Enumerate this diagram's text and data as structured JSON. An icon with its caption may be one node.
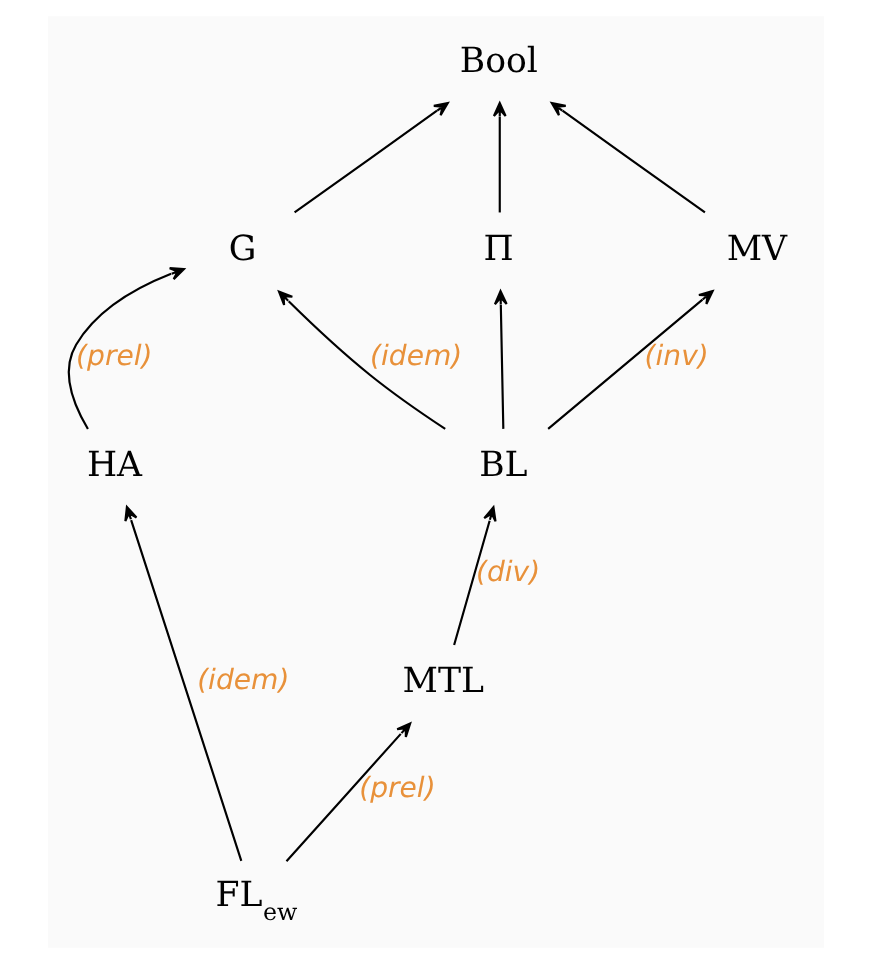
{
  "diagram": {
    "nodes": [
      {
        "text": [
          "Bool"
        ]
      },
      {
        "text": [
          "Π"
        ]
      },
      {
        "text": [
          "MV"
        ]
      },
      {
        "text": [
          "G"
        ]
      },
      {
        "text": [
          "BL"
        ]
      },
      {
        "text": [
          "HA"
        ]
      },
      {
        "text": [
          "MTL"
        ]
      },
      {
        "text": [
          "FL$_{ew}$"
        ]
      }
    ],
    "edges": [
      {
        "from": 1,
        "to": 0,
        "arrow": "to"
      },
      {
        "from": 2,
        "to": 0,
        "arrow": "to"
      },
      {
        "from": 3,
        "to": 0,
        "arrow": "to"
      },
      {
        "from": 4,
        "to": 1,
        "arrow": "to"
      },
      {
        "from": 4,
        "to": 2,
        "arrow": "to",
        "label": "(inv)"
      },
      {
        "from": 4,
        "to": 3,
        "arrow": "to",
        "label": "(idem)"
      },
      {
        "from": 5,
        "to": 3,
        "arrow": "to",
        "label": "(prel)"
      },
      {
        "from": 6,
        "to": 4,
        "arrow": "to",
        "label": "(div)"
      },
      {
        "from": 7,
        "to": 6,
        "arrow": "to",
        "label": "(prel)"
      },
      {
        "from": 7,
        "to": 5,
        "arrow": "to",
        "label": "(idem)"
      }
    ]
  }
}
